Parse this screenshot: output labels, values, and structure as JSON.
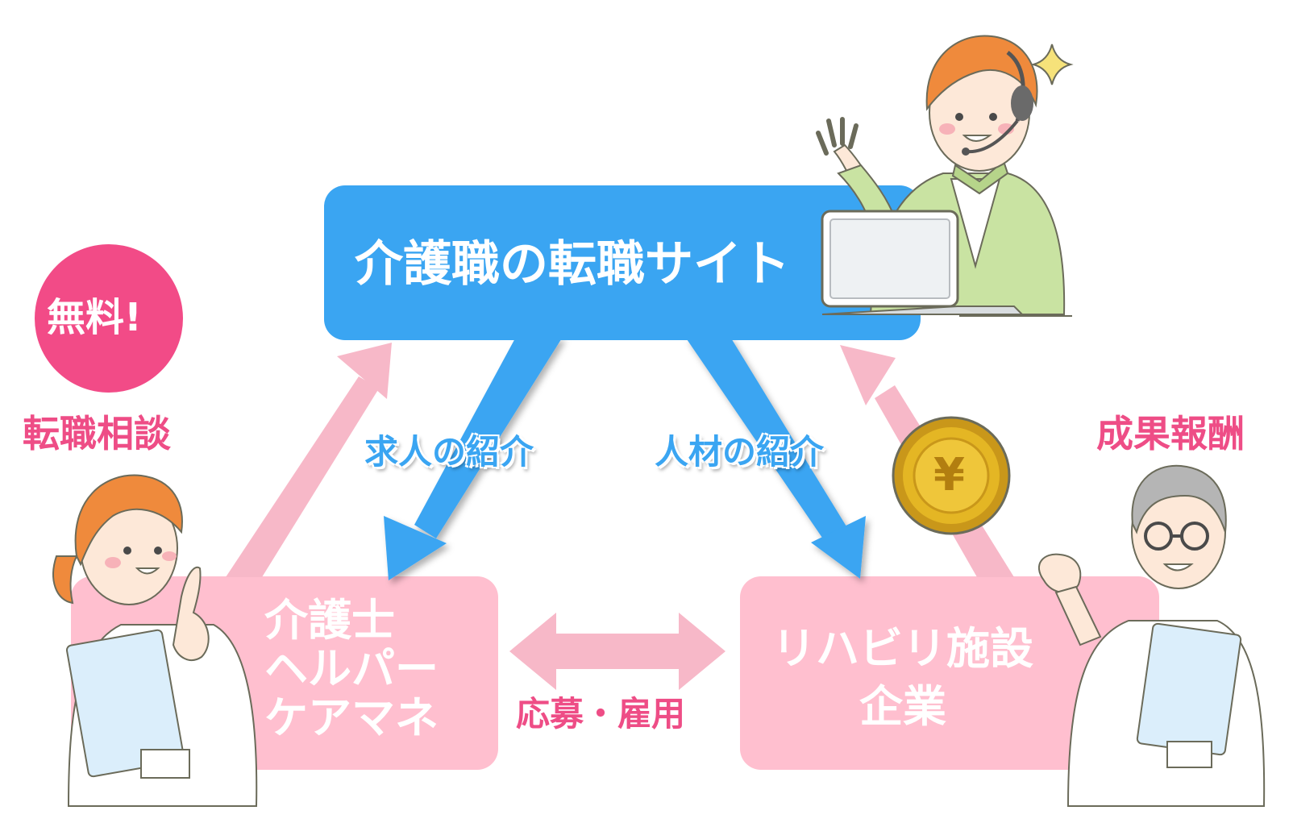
{
  "site_box": {
    "title": "介護職の転職サイト",
    "color": "#3aa5f2"
  },
  "worker_box": {
    "lines": [
      "介護士",
      "ヘルパー",
      "ケアマネ"
    ],
    "color": "#ffbfcf"
  },
  "facility_box": {
    "lines": [
      "リハビリ施設",
      "企業"
    ],
    "color": "#ffbfcf"
  },
  "labels": {
    "job_intro": "求人の紹介",
    "talent_intro": "人材の紹介",
    "apply_hire": "応募・雇用",
    "consult": "転職相談",
    "fee": "成果報酬",
    "free_badge": "無料!"
  },
  "coin": {
    "symbol": "¥"
  },
  "colors": {
    "blue": "#3aa5f2",
    "pink_arrow": "#f7b8c8",
    "pink_text": "#ee4d86",
    "badge": "#f24b87",
    "coin": "#e4b624"
  },
  "icons": [
    "operator-illustration",
    "nurse-illustration",
    "doctor-illustration",
    "sparkle-icon",
    "yen-coin-icon"
  ]
}
